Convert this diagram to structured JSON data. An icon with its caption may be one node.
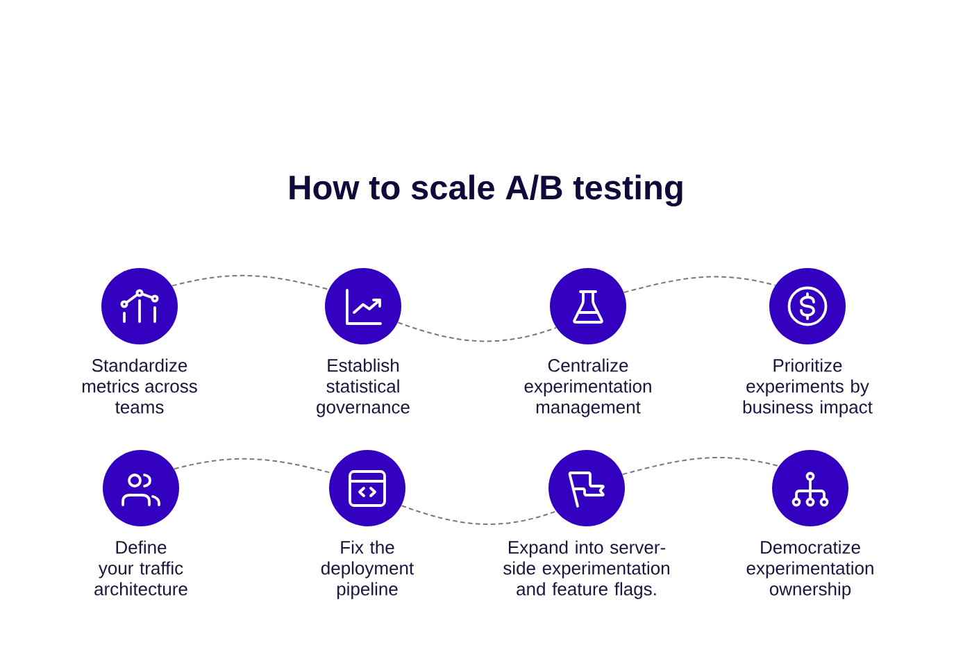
{
  "diagram": {
    "title": "How to scale A/B testing",
    "nodes": [
      {
        "text": [
          "Standardize metrics across teams"
        ]
      },
      {
        "text": [
          "Establish statistical governance"
        ]
      },
      {
        "text": [
          "Centralize experimentation management"
        ]
      },
      {
        "text": [
          "Prioritize experiments by business impact"
        ]
      },
      {
        "text": [
          "Define your traffic architecture"
        ]
      },
      {
        "text": [
          "Fix the deployment pipeline"
        ]
      },
      {
        "text": [
          "Expand into server-side experimentation and feature flags."
        ]
      },
      {
        "text": [
          "Democratize experimentation ownership"
        ]
      }
    ],
    "edges": [
      {
        "from": 0,
        "to": 1,
        "arrow": "none",
        "style": "dashed"
      },
      {
        "from": 1,
        "to": 2,
        "arrow": "none",
        "style": "dashed"
      },
      {
        "from": 2,
        "to": 3,
        "arrow": "none",
        "style": "dashed"
      },
      {
        "from": 4,
        "to": 5,
        "arrow": "none",
        "style": "dashed"
      },
      {
        "from": 5,
        "to": 6,
        "arrow": "none",
        "style": "dashed"
      },
      {
        "from": 6,
        "to": 7,
        "arrow": "none",
        "style": "dashed"
      }
    ]
  }
}
